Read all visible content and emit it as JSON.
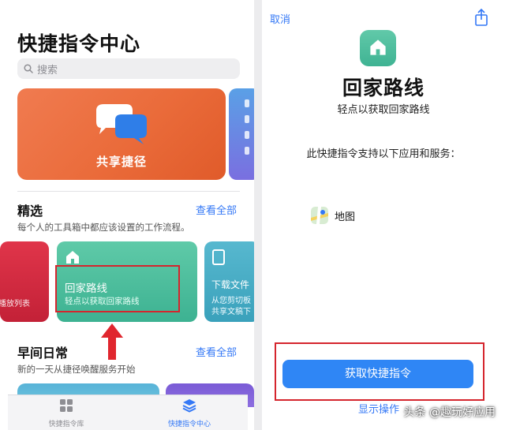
{
  "left": {
    "title": "快捷指令中心",
    "search_placeholder": "搜索",
    "hero_label": "共享捷径",
    "featured": {
      "title": "精选",
      "see_all": "查看全部",
      "subtitle": "每个人的工具箱中都应该设置的工作流程。"
    },
    "cards": [
      {
        "title": "播放列表"
      },
      {
        "title": "回家路线",
        "subtitle": "轻点以获取回家路线"
      },
      {
        "title": "下载文件",
        "line2": "从您剪切板",
        "line3": "共享文稿下"
      }
    ],
    "morning": {
      "title": "早间日常",
      "see_all": "查看全部",
      "subtitle": "新的一天从捷径唤醒服务开始"
    },
    "tabbar": {
      "library": "快捷指令库",
      "gallery": "快捷指令中心"
    }
  },
  "right": {
    "cancel": "取消",
    "title": "回家路线",
    "subtitle": "轻点以获取回家路线",
    "apps_text": "此快捷指令支持以下应用和服务：",
    "app_name": "地图",
    "get_button": "获取快捷指令",
    "show_actions": "显示操作"
  },
  "watermark": "头条 @趣玩好应用",
  "colors": {
    "accent": "#3478f6",
    "highlight_red": "#d5252d",
    "shortcut_green": "#3db292",
    "hero_orange": "#ea6b3a"
  },
  "icons": {
    "search": "search-icon",
    "home": "home-icon",
    "share": "share-icon",
    "maps": "maps-icon",
    "chat": "chat-bubbles-icon",
    "library": "grid-icon",
    "gallery": "layers-icon"
  }
}
